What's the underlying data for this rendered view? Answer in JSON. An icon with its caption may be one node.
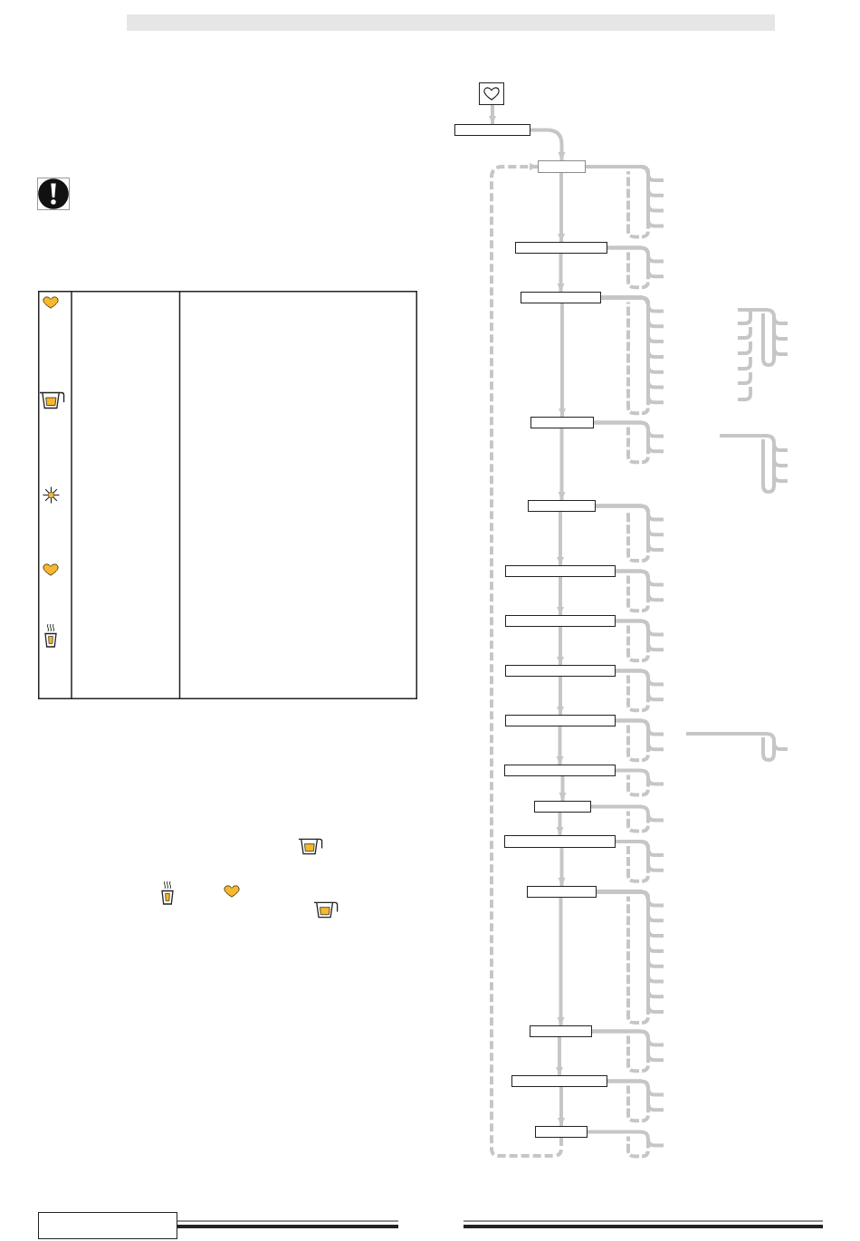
{
  "diagram": {
    "nodes": [
      {
        "text": [],
        "shape": "picture"
      },
      {
        "text": [],
        "shape": "box"
      },
      {
        "text": [],
        "shape": "box"
      },
      {
        "text": [],
        "shape": "box"
      },
      {
        "text": [],
        "shape": "box"
      },
      {
        "text": [],
        "shape": "box"
      },
      {
        "text": [],
        "shape": "box"
      },
      {
        "text": [],
        "shape": "box"
      },
      {
        "text": [],
        "shape": "box"
      },
      {
        "text": [],
        "shape": "box"
      },
      {
        "text": [],
        "shape": "box"
      },
      {
        "text": [],
        "shape": "box"
      },
      {
        "text": [],
        "shape": "box"
      },
      {
        "text": [],
        "shape": "box"
      },
      {
        "text": [],
        "shape": "box"
      },
      {
        "text": [],
        "shape": "box"
      },
      {
        "text": [],
        "shape": "box"
      },
      {
        "text": [],
        "shape": "box"
      }
    ],
    "edges": [
      {
        "from": 0,
        "to": 1,
        "arrow": "to"
      },
      {
        "from": 1,
        "to": 2,
        "arrow": "to"
      },
      {
        "from": 2,
        "to": 3,
        "arrow": "to"
      },
      {
        "from": 3,
        "to": 4,
        "arrow": "to"
      },
      {
        "from": 4,
        "to": 5,
        "arrow": "to"
      },
      {
        "from": 5,
        "to": 6,
        "arrow": "to"
      },
      {
        "from": 6,
        "to": 7,
        "arrow": "to"
      },
      {
        "from": 7,
        "to": 8,
        "arrow": "to"
      },
      {
        "from": 8,
        "to": 9,
        "arrow": "to"
      },
      {
        "from": 9,
        "to": 10,
        "arrow": "to"
      },
      {
        "from": 10,
        "to": 11,
        "arrow": "to"
      },
      {
        "from": 11,
        "to": 12,
        "arrow": "to"
      },
      {
        "from": 12,
        "to": 13,
        "arrow": "to"
      },
      {
        "from": 13,
        "to": 14,
        "arrow": "to"
      },
      {
        "from": 14,
        "to": 15,
        "arrow": "to"
      },
      {
        "from": 15,
        "to": 16,
        "arrow": "to"
      },
      {
        "from": 16,
        "to": 17,
        "arrow": "to"
      },
      {
        "from": 17,
        "to": 2,
        "arrow": "to",
        "style": "dashed"
      },
      {
        "from": 2,
        "to": null,
        "arrow": "none"
      },
      {
        "from": 2,
        "to": null,
        "arrow": "none"
      },
      {
        "from": 2,
        "to": null,
        "arrow": "none"
      },
      {
        "from": 2,
        "to": null,
        "arrow": "none"
      },
      {
        "from": 3,
        "to": null,
        "arrow": "none"
      },
      {
        "from": 3,
        "to": null,
        "arrow": "none"
      },
      {
        "from": 4,
        "to": null,
        "arrow": "none"
      },
      {
        "from": 4,
        "to": null,
        "arrow": "none"
      },
      {
        "from": 4,
        "to": null,
        "arrow": "none"
      },
      {
        "from": 4,
        "to": null,
        "arrow": "none"
      },
      {
        "from": 4,
        "to": null,
        "arrow": "none"
      },
      {
        "from": 4,
        "to": null,
        "arrow": "none"
      },
      {
        "from": 4,
        "to": null,
        "arrow": "none"
      },
      {
        "from": 5,
        "to": null,
        "arrow": "none"
      },
      {
        "from": 5,
        "to": null,
        "arrow": "none"
      },
      {
        "from": 6,
        "to": null,
        "arrow": "none"
      },
      {
        "from": 6,
        "to": null,
        "arrow": "none"
      },
      {
        "from": 6,
        "to": null,
        "arrow": "none"
      },
      {
        "from": 7,
        "to": null,
        "arrow": "none"
      },
      {
        "from": 7,
        "to": null,
        "arrow": "none"
      },
      {
        "from": 8,
        "to": null,
        "arrow": "none"
      },
      {
        "from": 8,
        "to": null,
        "arrow": "none"
      },
      {
        "from": 9,
        "to": null,
        "arrow": "none"
      },
      {
        "from": 9,
        "to": null,
        "arrow": "none"
      },
      {
        "from": 10,
        "to": null,
        "arrow": "none"
      },
      {
        "from": 10,
        "to": null,
        "arrow": "none"
      },
      {
        "from": 11,
        "to": null,
        "arrow": "none"
      },
      {
        "from": 12,
        "to": null,
        "arrow": "none"
      },
      {
        "from": 13,
        "to": null,
        "arrow": "none"
      },
      {
        "from": 13,
        "to": null,
        "arrow": "none"
      },
      {
        "from": 14,
        "to": null,
        "arrow": "none"
      },
      {
        "from": 14,
        "to": null,
        "arrow": "none"
      },
      {
        "from": 14,
        "to": null,
        "arrow": "none"
      },
      {
        "from": 14,
        "to": null,
        "arrow": "none"
      },
      {
        "from": 14,
        "to": null,
        "arrow": "none"
      },
      {
        "from": 14,
        "to": null,
        "arrow": "none"
      },
      {
        "from": 14,
        "to": null,
        "arrow": "none"
      },
      {
        "from": 14,
        "to": null,
        "arrow": "none"
      },
      {
        "from": 15,
        "to": null,
        "arrow": "none"
      },
      {
        "from": 15,
        "to": null,
        "arrow": "none"
      },
      {
        "from": 16,
        "to": null,
        "arrow": "none"
      },
      {
        "from": 16,
        "to": null,
        "arrow": "none"
      },
      {
        "from": 17,
        "to": null,
        "arrow": "none"
      }
    ]
  }
}
